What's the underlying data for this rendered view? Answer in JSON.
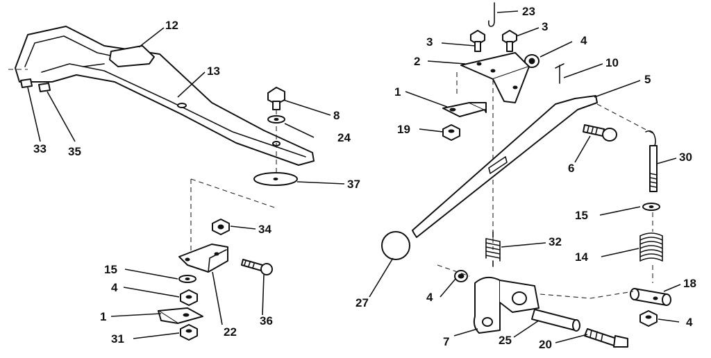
{
  "labels": {
    "p1a": "1",
    "p1b": "1",
    "p2": "2",
    "p3a": "3",
    "p3b": "3",
    "p4a": "4",
    "p4b": "4",
    "p4c": "4",
    "p4d": "4",
    "p5": "5",
    "p6": "6",
    "p7": "7",
    "p8": "8",
    "p10": "10",
    "p12": "12",
    "p13": "13",
    "p14": "14",
    "p15a": "15",
    "p15b": "15",
    "p18": "18",
    "p19": "19",
    "p20": "20",
    "p22": "22",
    "p23": "23",
    "p24": "24",
    "p25": "25",
    "p27": "27",
    "p30": "30",
    "p31": "31",
    "p32": "32",
    "p33": "33",
    "p34": "34",
    "p35": "35",
    "p36": "36",
    "p37": "37"
  }
}
